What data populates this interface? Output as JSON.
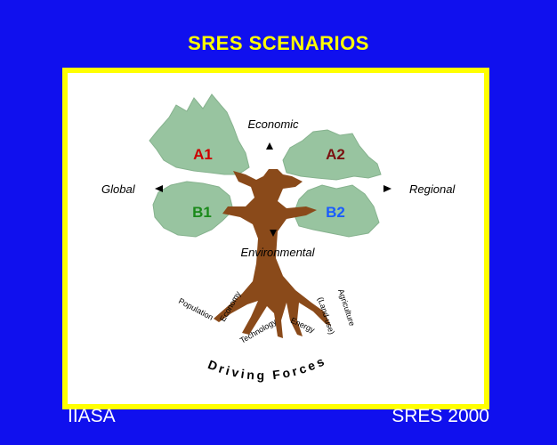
{
  "title": "SRES SCENARIOS",
  "axes": {
    "top": "Economic",
    "bottom": "Environmental",
    "left": "Global",
    "right": "Regional"
  },
  "scenarios": {
    "a1": {
      "label": "A1",
      "color": "#cc0000"
    },
    "a2": {
      "label": "A2",
      "color": "#7a1010"
    },
    "b1": {
      "label": "B1",
      "color": "#1a8a1a"
    },
    "b2": {
      "label": "B2",
      "color": "#1a5cff"
    }
  },
  "roots": [
    "Population",
    "Economy",
    "Technology",
    "Energy",
    "(Land-use)",
    "Agriculture"
  ],
  "driving_forces": "Driving Forces",
  "footer": {
    "left": "IIASA",
    "right": "SRES 2000"
  },
  "colors": {
    "background": "#1010ee",
    "frame": "#ffff00",
    "foliage": "#98c4a0",
    "trunk": "#8a4a1a"
  }
}
